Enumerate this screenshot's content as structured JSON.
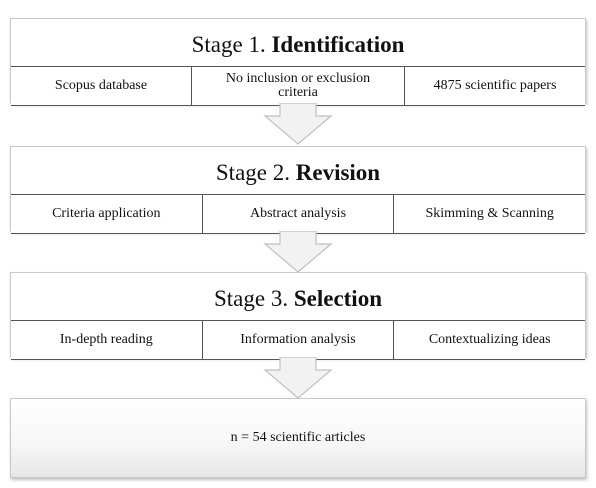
{
  "stages": [
    {
      "prefix": "Stage 1. ",
      "name": "Identification",
      "cells": [
        "Scopus database",
        "No inclusion or exclusion criteria",
        "4875 scientific papers"
      ]
    },
    {
      "prefix": "Stage 2. ",
      "name": "Revision",
      "cells": [
        "Criteria application",
        "Abstract analysis",
        "Skimming & Scanning"
      ]
    },
    {
      "prefix": "Stage 3. ",
      "name": "Selection",
      "cells": [
        "In-depth reading",
        "Information analysis",
        "Contextualizing ideas"
      ]
    }
  ],
  "result": "n = 54 scientific articles",
  "colors": {
    "arrow_fill": "#f2f2f2",
    "arrow_stroke": "#c0c0c0",
    "divider": "#555555"
  }
}
